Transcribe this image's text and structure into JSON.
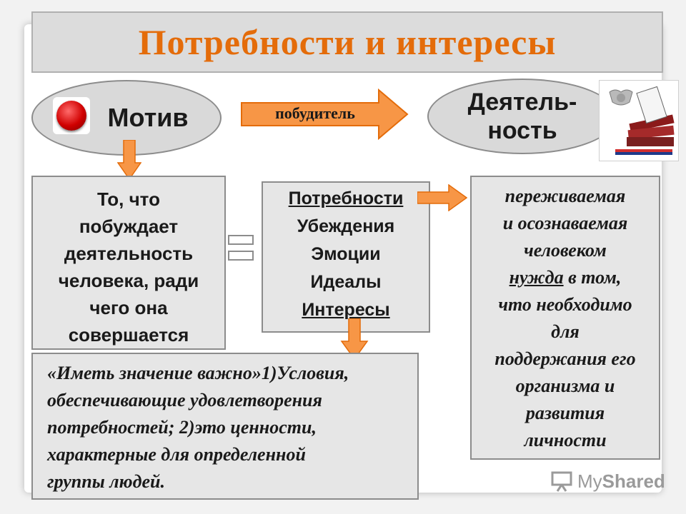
{
  "title": "Потребности и интересы",
  "motive": {
    "label": "Мотив"
  },
  "arrow": {
    "label": "побудитель"
  },
  "activity": {
    "line1": "Деятель-",
    "line2": "ность"
  },
  "definition": {
    "lines": [
      "То, что",
      "побуждает",
      "деятельность",
      "человека, ради",
      "чего она",
      "совершается"
    ]
  },
  "list": {
    "items": [
      "Потребности",
      "Убеждения",
      "Эмоции",
      "Идеалы",
      "Интересы"
    ]
  },
  "need_definition": {
    "line1": "переживаемая",
    "line2": "и осознаваемая",
    "line3": "человеком",
    "line4_word": "нужда",
    "line4_rest": " в том,",
    "line5": "что необходимо",
    "line6": "для",
    "line7": "поддержания его",
    "line8": "организма и",
    "line9": "развития",
    "line10": "личности"
  },
  "interest_definition": {
    "lines": [
      "«Иметь значение важно»1)Условия,",
      "обеспечивающие удовлетворения",
      "потребностей; 2)это ценности,",
      "характерные для определенной",
      "группы людей."
    ]
  },
  "watermark": {
    "part1": "My",
    "part2": "Shared"
  },
  "colors": {
    "accent": "#e46c0a",
    "arrow_fill": "#f79646",
    "box_bg": "#e6e6e6",
    "border": "#8c8c8c"
  },
  "icons": {
    "motive": "red-button-icon",
    "activity": "books-emblem-icon",
    "watermark": "presentation-icon"
  }
}
